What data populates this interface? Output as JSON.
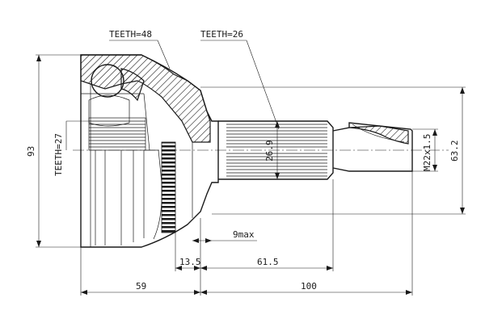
{
  "annotations": {
    "teeth_outer": "TEETH=48",
    "teeth_spline": "TEETH=26",
    "teeth_inner": "TEETH=27",
    "dim_overall_diameter": "93",
    "dim_spline_diameter": "26.9",
    "dim_thread": "M22x1.5",
    "dim_right_diameter": "63.2",
    "dim_gap": "9max",
    "dim_ring_offset": "13.5",
    "dim_spline_length": "61.5",
    "dim_body_length": "59",
    "dim_shaft_length": "100"
  }
}
